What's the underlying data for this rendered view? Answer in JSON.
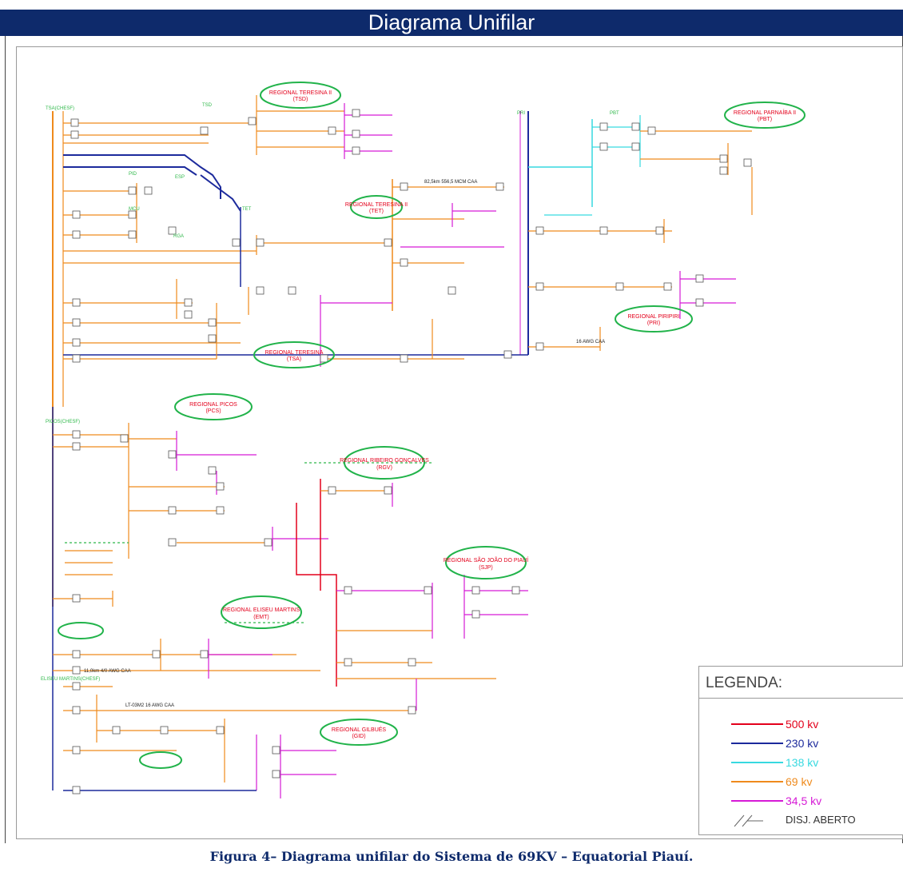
{
  "header": {
    "title": "Diagrama Unifilar"
  },
  "regions": [
    {
      "name": "REGIONAL TERESINA II",
      "code": "(TSD)"
    },
    {
      "name": "REGIONAL PARNAÍBA II",
      "code": "(PBT)"
    },
    {
      "name": "REGIONAL TERESINA II",
      "code": "(TET)"
    },
    {
      "name": "REGIONAL PIRIPIRI",
      "code": "(PRI)"
    },
    {
      "name": "REGIONAL TERESINA",
      "code": "(TSA)"
    },
    {
      "name": "REGIONAL PICOS",
      "code": "(PCS)"
    },
    {
      "name": "REGIONAL RIBEIRO GONÇALVES",
      "code": "(RGV)"
    },
    {
      "name": "REGIONAL SÃO JOÃO DO PIAUÍ",
      "code": "(SJP)"
    },
    {
      "name": "REGIONAL ELISEU MARTINS",
      "code": "(EMT)"
    },
    {
      "name": "REGIONAL GILBUÉS",
      "code": "(GID)"
    }
  ],
  "labels": {
    "main_bus": "TSA(CHESF)",
    "picos_bus": "PICOS(CHESF)",
    "eliseu_bus": "ELISEU MARTINS(CHESF)",
    "line_1": "82,5km 556,5 MCM CAA",
    "line_2": "LT-03M2 16 AWG CAA",
    "line_3": "11,0km 4/0 AWG CAA",
    "line_4": "16 AWG CAA",
    "sub_tsd": "TSD",
    "sub_pid": "PID",
    "sub_esp": "ESP",
    "sub_mcu": "MCU",
    "sub_rga": "RGA",
    "sub_tet": "TET",
    "sub_pbt": "PBT",
    "sub_pri": "PRI"
  },
  "legend": {
    "title": "LEGENDA:",
    "items": [
      {
        "label": "500 kv",
        "color": "#e3001b"
      },
      {
        "label": "230 kv",
        "color": "#1c2a9c"
      },
      {
        "label": "138 kv",
        "color": "#37d9e0"
      },
      {
        "label": "69 kv",
        "color": "#ef8a1c"
      },
      {
        "label": "34,5 kv",
        "color": "#d61ad6"
      },
      {
        "label": "DISJ. ABERTO",
        "color": "#444444"
      }
    ]
  },
  "caption": "Figura 4– Diagrama unifilar do Sistema de 69KV – Equatorial Piauí."
}
